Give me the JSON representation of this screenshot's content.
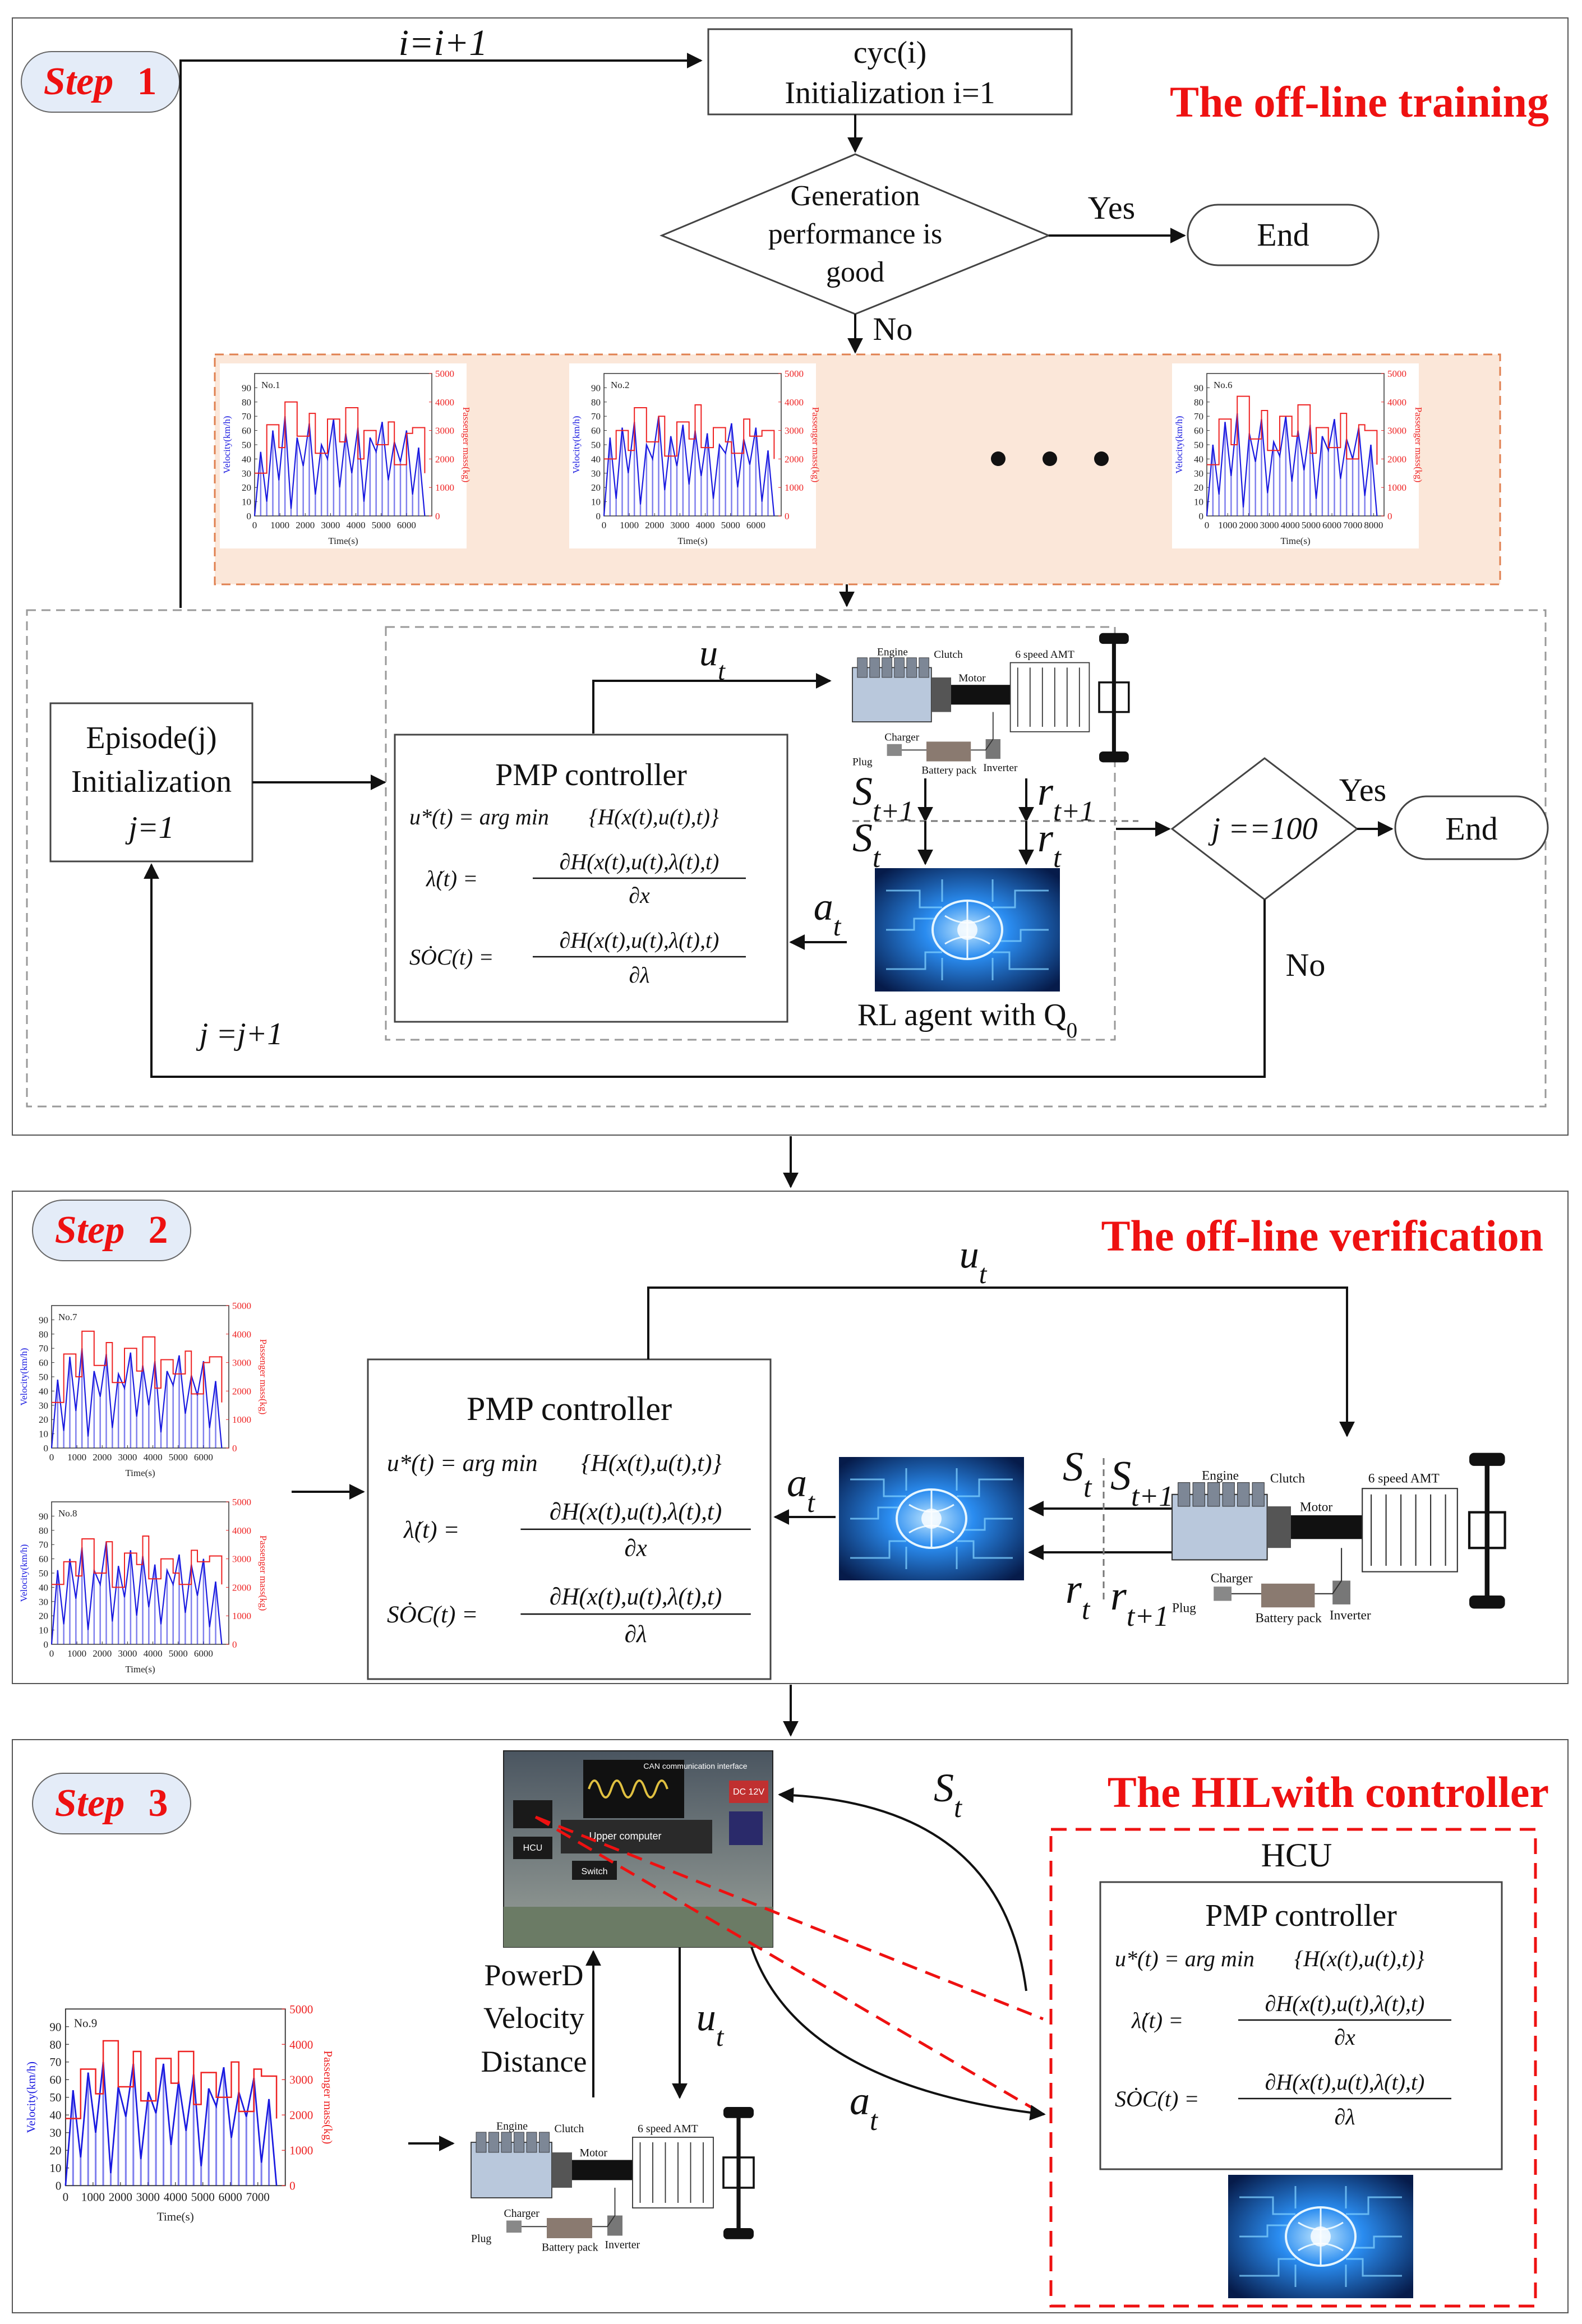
{
  "colors": {
    "accent_red": "#ee1111",
    "velocity_blue": "#1a1ae0",
    "mass_red": "#ee2222",
    "panel_fill": "#fbe7d9",
    "badge_fill": "#e4ecf8",
    "nn_blue": "#1f6fe0"
  },
  "step1": {
    "badge_word": "Step",
    "badge_num": "1",
    "title": "The off-line training",
    "iter_label_main": "i=i+1",
    "cycle_box_line1": "cyc(i)",
    "cycle_box_line2": "Initialization i=1",
    "decision_line1": "Generation",
    "decision_line2": "performance is",
    "decision_line3": "good",
    "yes": "Yes",
    "end": "End",
    "no": "No",
    "episode_line1": "Episode(j)",
    "episode_line2": "Initialization",
    "episode_line3": "j=1",
    "controller_title": "PMP controller",
    "agent_label": "RL agent with Q0",
    "j_decision": "j ==100",
    "yes2": "Yes",
    "end2": "End",
    "no2": "No",
    "j_inc": "j =j+1",
    "u_t": "u_t",
    "a_t": "a_t",
    "s_t1": "S_t+1",
    "s_t": "S_t",
    "r_t1": "r_t+1",
    "r_t": "r_t"
  },
  "step2": {
    "badge_word": "Step",
    "badge_num": "2",
    "title": "The off-line verification",
    "controller_title": "PMP controller",
    "u_t": "u_t",
    "a_t": "a_t",
    "s_t": "S_t",
    "s_t1": "S_t+1",
    "r_t": "r_t",
    "r_t1": "r_t+1"
  },
  "step3": {
    "badge_word": "Step",
    "badge_num": "3",
    "title": "The HILwith controller",
    "hcu": "HCU",
    "controller_title": "PMP controller",
    "feedback_line1": "PowerD",
    "feedback_line2": "Velocity",
    "feedback_line3": "Distance",
    "u_t": "u_t",
    "a_t": "a_t",
    "s_t": "S_t",
    "photo_labels": [
      "CAN communication interface",
      "DC 12V",
      "Upper computer",
      "HCU",
      "Switch"
    ]
  },
  "equations": {
    "eq1_lhs": "u*(t) = arg min",
    "eq1_rhs": "{H(x(t),u(t),t)}",
    "eq2_lhs": "λ̇(t) =",
    "eq2_num": "∂H(x(t),u(t),λ(t),t)",
    "eq2_den": "∂x",
    "eq3_lhs": "SȮC(t) =",
    "eq3_num": "∂H(x(t),u(t),λ(t),t)",
    "eq3_den": "∂λ"
  },
  "powertrain": {
    "engine": "Engine",
    "clutch": "Clutch",
    "motor": "Motor",
    "amt": "6 speed AMT",
    "charger": "Charger",
    "battery": "Battery pack",
    "inverter": "Inverter",
    "plug": "Plug"
  },
  "chart_common": {
    "ylabel_left": "Velocity(km/h)",
    "ylabel_right": "Passenger mass(kg)",
    "xlabel": "Time(s)",
    "yticks_left": [
      "0",
      "10",
      "20",
      "30",
      "40",
      "50",
      "60",
      "70",
      "80",
      "90"
    ],
    "yticks_right": [
      "0",
      "1000",
      "2000",
      "3000",
      "4000",
      "5000"
    ]
  },
  "chart_data": [
    {
      "type": "line",
      "title": "No.1",
      "xlabel": "Time(s)",
      "ylabel": "Velocity(km/h)",
      "y2label": "Passenger mass(kg)",
      "xlim": [
        0,
        7000
      ],
      "ylim": [
        0,
        100
      ],
      "y2lim": [
        0,
        5000
      ],
      "xticks": [
        "0",
        "1000",
        "2000",
        "3000",
        "4000",
        "5000",
        "6000"
      ],
      "series": [
        {
          "values": [
            0,
            45,
            10,
            60,
            25,
            70,
            5,
            55,
            35,
            65,
            15,
            50,
            40,
            68,
            20,
            58,
            30,
            62,
            10,
            55,
            45,
            66,
            25,
            52,
            38,
            60,
            15,
            48,
            0
          ]
        },
        {
          "values": [
            1500,
            1500,
            3200,
            3200,
            2400,
            4000,
            4000,
            2800,
            2800,
            3600,
            2200,
            2200,
            3400,
            3400,
            2600,
            3800,
            3800,
            2000,
            3000,
            3000,
            2500,
            2500,
            3300,
            1800,
            1800,
            2900,
            3100,
            3100,
            1500
          ]
        }
      ]
    },
    {
      "type": "line",
      "title": "No.2",
      "xlabel": "Time(s)",
      "ylabel": "Velocity(km/h)",
      "y2label": "Passenger mass(kg)",
      "xlim": [
        0,
        7000
      ],
      "ylim": [
        0,
        100
      ],
      "y2lim": [
        0,
        5000
      ],
      "xticks": [
        "0",
        "1000",
        "2000",
        "3000",
        "4000",
        "5000",
        "6000"
      ],
      "series": [
        {
          "values": [
            0,
            55,
            12,
            62,
            30,
            66,
            8,
            50,
            40,
            70,
            18,
            56,
            35,
            64,
            22,
            60,
            28,
            58,
            12,
            50,
            44,
            65,
            20,
            54,
            36,
            62,
            10,
            46,
            0
          ]
        },
        {
          "values": [
            2000,
            2000,
            3000,
            3000,
            2300,
            3800,
            3800,
            2600,
            2600,
            3500,
            2100,
            2100,
            3300,
            3300,
            2700,
            3900,
            2400,
            2400,
            3100,
            3100,
            2600,
            2200,
            2200,
            3400,
            2800,
            2800,
            3000,
            3000,
            2000
          ]
        }
      ]
    },
    {
      "type": "line",
      "title": "No.6",
      "xlabel": "Time(s)",
      "ylabel": "Velocity(km/h)",
      "y2label": "Passenger mass(kg)",
      "xlim": [
        0,
        8500
      ],
      "ylim": [
        0,
        100
      ],
      "y2lim": [
        0,
        5000
      ],
      "xticks": [
        "0",
        "1000",
        "2000",
        "3000",
        "4000",
        "5000",
        "6000",
        "7000",
        "8000"
      ],
      "series": [
        {
          "values": [
            0,
            50,
            15,
            66,
            28,
            72,
            6,
            58,
            38,
            68,
            16,
            52,
            42,
            70,
            24,
            60,
            32,
            64,
            12,
            56,
            46,
            68,
            26,
            54,
            40,
            62,
            14,
            50,
            0
          ]
        },
        {
          "values": [
            1800,
            1800,
            3400,
            3400,
            2500,
            4200,
            4200,
            2700,
            2700,
            3700,
            2300,
            2300,
            3500,
            3500,
            2800,
            3900,
            3900,
            2200,
            3100,
            3100,
            2400,
            2400,
            3600,
            2000,
            2000,
            3200,
            3000,
            3000,
            1800
          ]
        }
      ]
    },
    {
      "type": "line",
      "title": "No.7",
      "xlabel": "Time(s)",
      "ylabel": "Velocity(km/h)",
      "y2label": "Passenger mass(kg)",
      "xlim": [
        0,
        7000
      ],
      "ylim": [
        0,
        100
      ],
      "y2lim": [
        0,
        5000
      ],
      "xticks": [
        "0",
        "1000",
        "2000",
        "3000",
        "4000",
        "5000",
        "6000"
      ],
      "series": [
        {
          "values": [
            0,
            48,
            12,
            64,
            26,
            70,
            8,
            54,
            36,
            66,
            14,
            52,
            42,
            67,
            22,
            58,
            30,
            61,
            11,
            54,
            44,
            65,
            24,
            51,
            37,
            61,
            14,
            47,
            0
          ]
        },
        {
          "values": [
            1600,
            1600,
            3300,
            3300,
            2500,
            4100,
            4100,
            2900,
            2900,
            3700,
            2300,
            2300,
            3500,
            3500,
            2700,
            3900,
            3900,
            2100,
            3100,
            3100,
            2600,
            2600,
            3400,
            1900,
            1900,
            3000,
            3200,
            3200,
            1600
          ]
        }
      ]
    },
    {
      "type": "line",
      "title": "No.8",
      "xlabel": "Time(s)",
      "ylabel": "Velocity(km/h)",
      "y2label": "Passenger mass(kg)",
      "xlim": [
        0,
        7000
      ],
      "ylim": [
        0,
        100
      ],
      "y2lim": [
        0,
        5000
      ],
      "xticks": [
        "0",
        "1000",
        "2000",
        "3000",
        "4000",
        "5000",
        "6000"
      ],
      "series": [
        {
          "values": [
            0,
            52,
            14,
            60,
            32,
            68,
            10,
            52,
            42,
            72,
            16,
            55,
            33,
            66,
            20,
            62,
            26,
            56,
            14,
            52,
            42,
            63,
            22,
            56,
            34,
            60,
            12,
            44,
            0
          ]
        },
        {
          "values": [
            2100,
            2100,
            2900,
            2900,
            2400,
            3700,
            3700,
            2500,
            2500,
            3600,
            2000,
            2000,
            3200,
            3200,
            2800,
            3800,
            2300,
            2300,
            3000,
            3000,
            2500,
            2100,
            2100,
            3300,
            2900,
            2900,
            3100,
            3100,
            2100
          ]
        }
      ]
    },
    {
      "type": "line",
      "title": "No.9",
      "xlabel": "Time(s)",
      "ylabel": "Velocity(km/h)",
      "y2label": "Passenger mass(kg)",
      "xlim": [
        0,
        8000
      ],
      "ylim": [
        0,
        100
      ],
      "y2lim": [
        0,
        5000
      ],
      "xticks": [
        "0",
        "1000",
        "2000",
        "3000",
        "4000",
        "5000",
        "6000",
        "7000"
      ],
      "series": [
        {
          "values": [
            0,
            54,
            16,
            64,
            30,
            70,
            7,
            56,
            39,
            69,
            15,
            53,
            41,
            69,
            23,
            59,
            31,
            63,
            11,
            55,
            45,
            67,
            27,
            53,
            39,
            61,
            13,
            49,
            0
          ]
        },
        {
          "values": [
            1900,
            1900,
            3300,
            3300,
            2600,
            4100,
            4100,
            2800,
            2800,
            3800,
            2400,
            2400,
            3600,
            3600,
            2900,
            3800,
            3800,
            2300,
            3200,
            3200,
            2500,
            2500,
            3500,
            2100,
            2100,
            3300,
            3100,
            3100,
            1900
          ]
        }
      ]
    }
  ]
}
